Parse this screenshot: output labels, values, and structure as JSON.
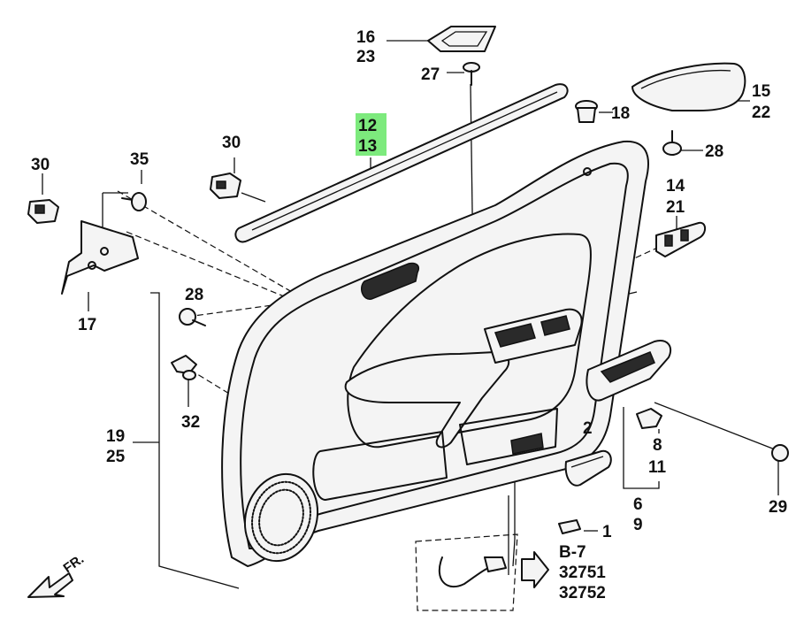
{
  "labels": {
    "p16": "16",
    "p23": "23",
    "p27": "27",
    "p12": "12",
    "p13": "13",
    "p15": "15",
    "p22": "22",
    "p18": "18",
    "p28a": "28",
    "p30a": "30",
    "p30b": "30",
    "p35": "35",
    "p17": "17",
    "p14": "14",
    "p21": "21",
    "p28b": "28",
    "p32": "32",
    "p19": "19",
    "p25": "25",
    "p2": "2",
    "p8": "8",
    "p11": "11",
    "p6": "6",
    "p9": "9",
    "p29": "29",
    "p1": "1",
    "ref1": "B-7",
    "ref2": "32751",
    "ref3": "32752",
    "front": "FR."
  },
  "highlight_color": "#7dea7d"
}
